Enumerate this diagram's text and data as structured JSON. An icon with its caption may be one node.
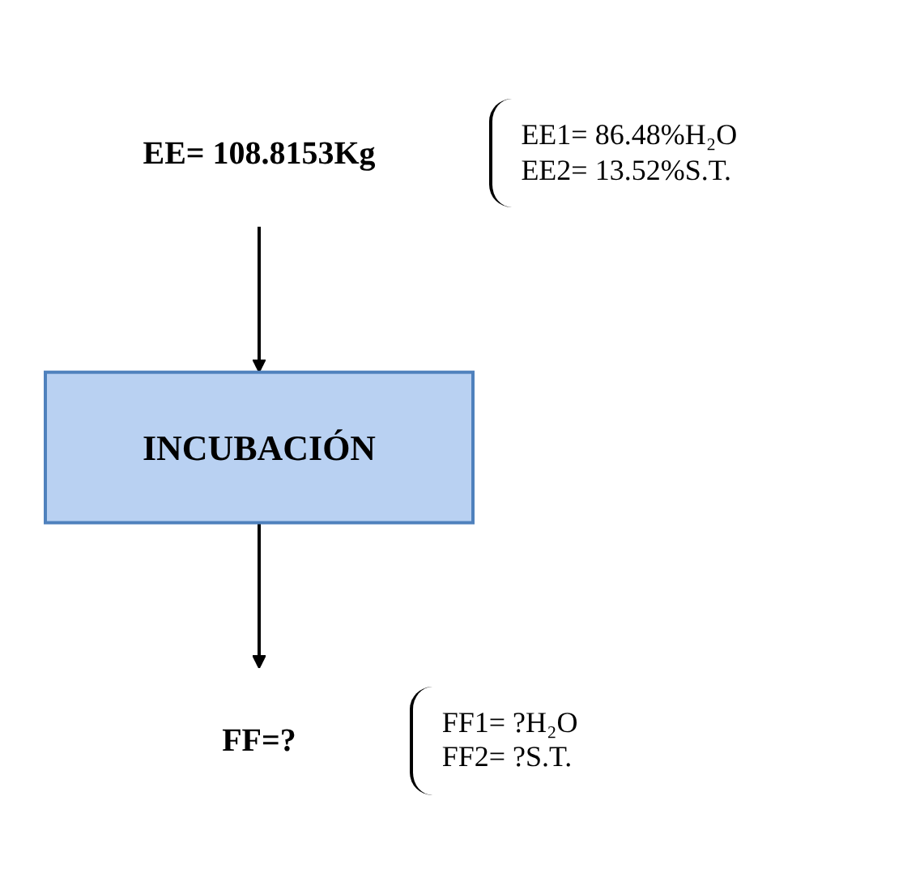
{
  "diagram": {
    "nodes": [
      {
        "text": [
          "EE= 108.8153Kg"
        ],
        "beside": [
          "EE1= 86.48%H₂O",
          "EE2= 13.52%S.T."
        ]
      },
      {
        "text": [
          "INCUBACIÓN"
        ]
      },
      {
        "text": [
          "FF=?"
        ],
        "beside": [
          "FF1= ?H₂O",
          "FF2= ?S.T."
        ]
      }
    ],
    "edges": [
      {
        "from": 0,
        "to": 1,
        "arrow": "to"
      },
      {
        "from": 1,
        "to": 2,
        "arrow": "to"
      }
    ]
  }
}
